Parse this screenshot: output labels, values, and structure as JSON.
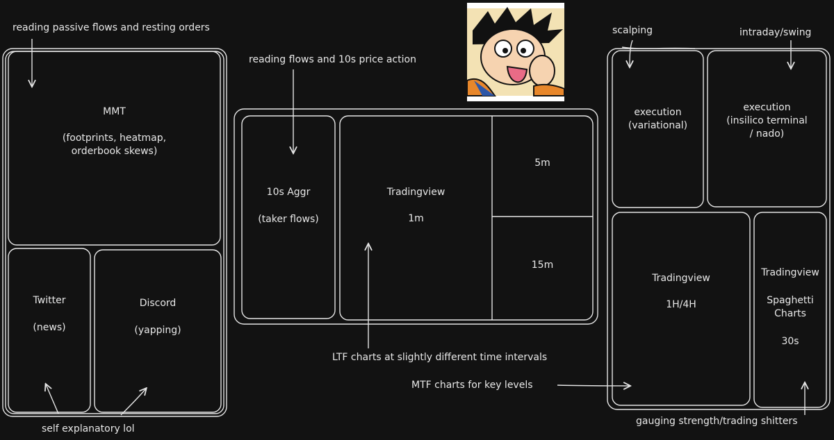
{
  "annotations": {
    "passive_flows": "reading passive flows and resting orders",
    "flows_10s": "reading flows and 10s price action",
    "scalping": "scalping",
    "intraday_swing": "intraday/swing",
    "self_explanatory": "self explanatory lol",
    "ltf_charts": "LTF charts at slightly different time intervals",
    "mtf_charts": "MTF charts for key levels",
    "gauging": "gauging strength/trading shitters"
  },
  "left_monitor": {
    "mmt": {
      "title": "MMT",
      "line1": "(footprints, heatmap,",
      "line2": "orderbook skews)"
    },
    "twitter": {
      "title": "Twitter",
      "sub": "(news)"
    },
    "discord": {
      "title": "Discord",
      "sub": "(yapping)"
    }
  },
  "center_monitor": {
    "aggr": {
      "title": "10s Aggr",
      "sub": "(taker flows)"
    },
    "tradingview": {
      "title": "Tradingview",
      "sub": "1m"
    },
    "five_min": "5m",
    "fifteen_min": "15m"
  },
  "right_monitor": {
    "exec_variational": {
      "line1": "execution",
      "line2": "(variational)"
    },
    "exec_insilico": {
      "line1": "execution",
      "line2": "(insilico terminal",
      "line3": "/ nado)"
    },
    "tv_htf": {
      "title": "Tradingview",
      "sub": "1H/4H"
    },
    "tv_spaghetti": {
      "title": "Tradingview",
      "line1": "Spaghetti",
      "line2": "Charts",
      "sub": "30s"
    }
  },
  "colors": {
    "background": "#121212",
    "stroke": "#e6e6e6",
    "text": "#e8e8e8"
  },
  "image": {
    "subject": "cartoon-boy-sticking-tongue-out"
  }
}
